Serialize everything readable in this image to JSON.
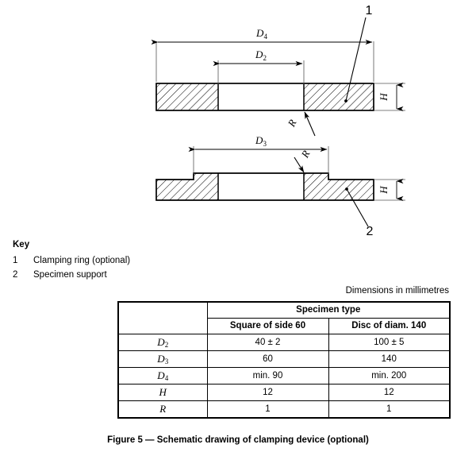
{
  "figure": {
    "caption": "Figure 5 — Schematic drawing of clamping device (optional)",
    "dimensions_note": "Dimensions in millimetres"
  },
  "drawing": {
    "labels": {
      "d4": "D",
      "d4_sub": "4",
      "d2": "D",
      "d2_sub": "2",
      "d3": "D",
      "d3_sub": "3",
      "h_upper": "H",
      "h_lower": "H",
      "r_upper": "R",
      "r_lower": "R",
      "callout_1": "1",
      "callout_2": "2"
    }
  },
  "key": {
    "title": "Key",
    "items": [
      {
        "num": "1",
        "text": "Clamping ring (optional)"
      },
      {
        "num": "2",
        "text": "Specimen support"
      }
    ]
  },
  "table": {
    "group_header": "Specimen type",
    "column_headers": [
      "",
      "Square of side 60",
      "Disc of diam. 140"
    ],
    "rows": [
      {
        "symbol": "D",
        "subscript": "2",
        "values": [
          "40 ± 2",
          "100 ± 5"
        ]
      },
      {
        "symbol": "D",
        "subscript": "3",
        "values": [
          "60",
          "140"
        ]
      },
      {
        "symbol": "D",
        "subscript": "4",
        "values": [
          "min. 90",
          "min. 200"
        ]
      },
      {
        "symbol": "H",
        "subscript": "",
        "values": [
          "12",
          "12"
        ]
      },
      {
        "symbol": "R",
        "subscript": "",
        "values": [
          "1",
          "1"
        ]
      }
    ]
  },
  "colors": {
    "line": "#000000",
    "background": "#ffffff",
    "thin_line": "#333333"
  }
}
